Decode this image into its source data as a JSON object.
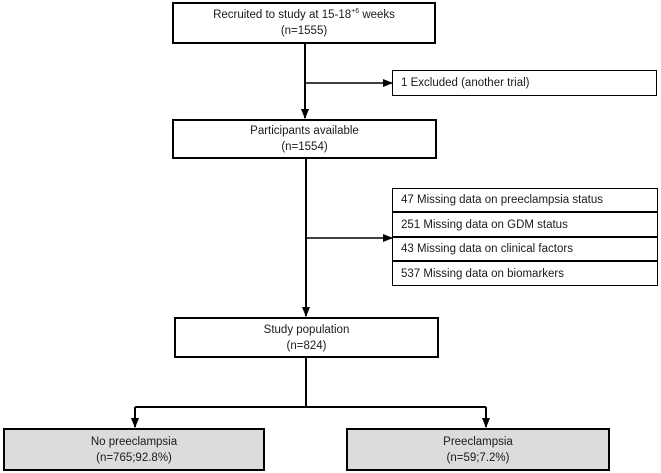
{
  "recruited": {
    "line1_pre": "Recruited to study at 15-18",
    "line1_sup": "+6",
    "line1_post": " weeks",
    "line2": "(n=1555)"
  },
  "excluded": {
    "line1": "1 Excluded (another trial)"
  },
  "available": {
    "line1": "Participants available",
    "line2": "(n=1554)"
  },
  "missing": [
    "47 Missing data on preeclampsia status",
    "251 Missing data on GDM status",
    "43 Missing data on clinical factors",
    "537 Missing data on biomarkers"
  ],
  "study_population": {
    "line1": "Study population",
    "line2": "(n=824)"
  },
  "no_preeclampsia": {
    "line1": "No preeclampsia",
    "line2": "(n=765;92.8%)"
  },
  "preeclampsia": {
    "line1": "Preeclampsia",
    "line2": "(n=59;7.2%)"
  }
}
